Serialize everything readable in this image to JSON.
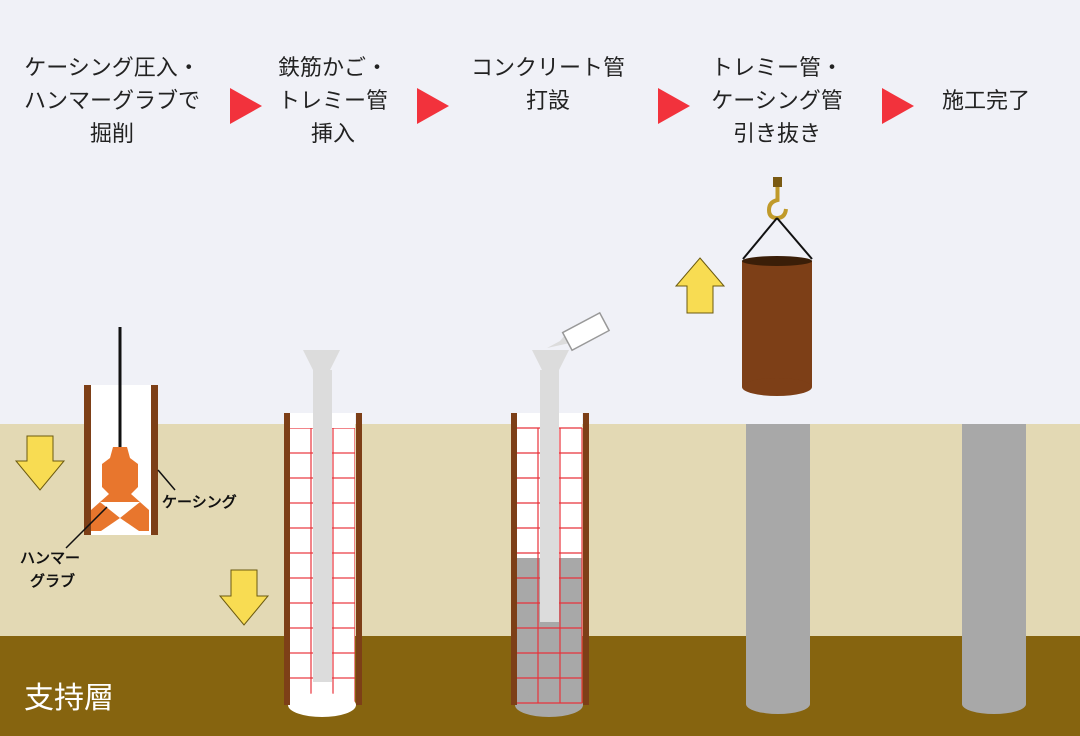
{
  "steps": [
    {
      "text": "ケーシング圧入・\nハンマーグラブで\n掘削"
    },
    {
      "text": "鉄筋かご・\nトレミー管\n挿入"
    },
    {
      "text": "コンクリート管\n打設"
    },
    {
      "text": "トレミー管・\nケーシング管\n引き抜き"
    },
    {
      "text": "施工完了"
    }
  ],
  "labels": {
    "casing": "ケーシング",
    "hammer_grab_line1": "ハンマー",
    "hammer_grab_line2": "グラブ",
    "bearing_layer": "支持層"
  },
  "colors": {
    "background": "#f0f1f7",
    "topsoil": "#e3d9b4",
    "bearing_layer": "#86640f",
    "casing": "#7d3f17",
    "rebar": "#e8333b",
    "concrete": "#a8a8a8",
    "tremie": "#dcdcdc",
    "hammer_grab": "#e8762d",
    "arrow": "#f8dc52",
    "step_arrow": "#f2323c"
  },
  "icons": [
    "down-arrow-icon",
    "up-arrow-icon",
    "crane-hook-icon",
    "step-arrow-icon"
  ]
}
